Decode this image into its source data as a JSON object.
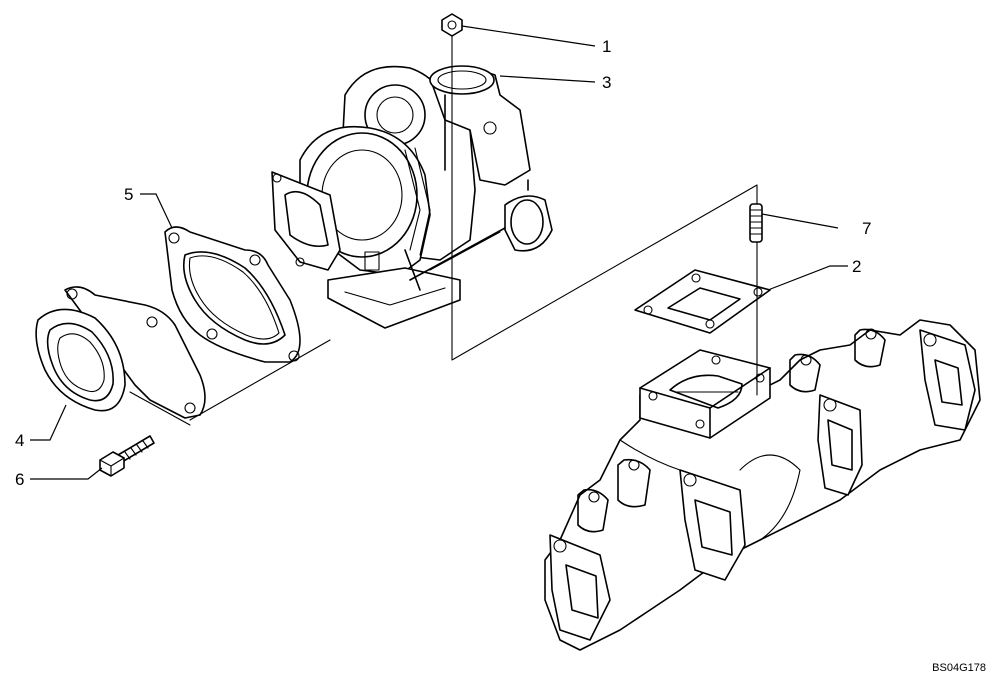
{
  "drawing_code": "BS04G178",
  "callouts": [
    {
      "id": "1",
      "text": "1"
    },
    {
      "id": "2",
      "text": "2"
    },
    {
      "id": "3",
      "text": "3"
    },
    {
      "id": "4",
      "text": "4"
    },
    {
      "id": "5",
      "text": "5"
    },
    {
      "id": "6",
      "text": "6"
    },
    {
      "id": "7",
      "text": "7"
    }
  ]
}
